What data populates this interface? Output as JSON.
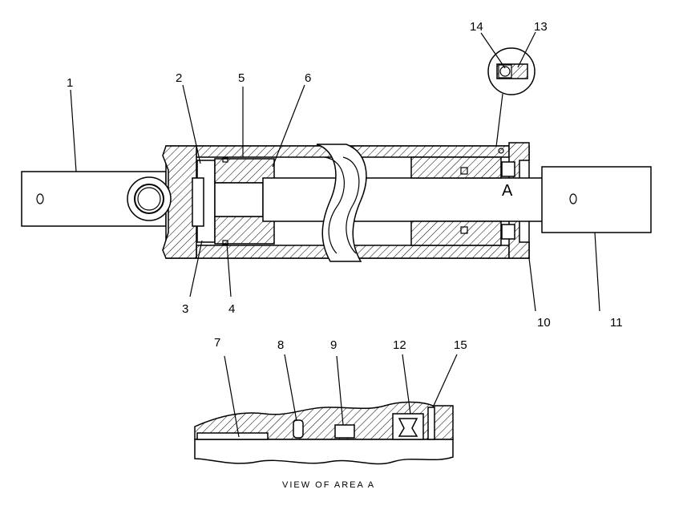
{
  "callouts": {
    "c1": "1",
    "c2": "2",
    "c3": "3",
    "c4": "4",
    "c5": "5",
    "c6": "6",
    "c7": "7",
    "c8": "8",
    "c9": "9",
    "c10": "10",
    "c11": "11",
    "c12": "12",
    "c13": "13",
    "c14": "14",
    "c15": "15"
  },
  "area_marker": "A",
  "caption": "VIEW OF AREA A"
}
